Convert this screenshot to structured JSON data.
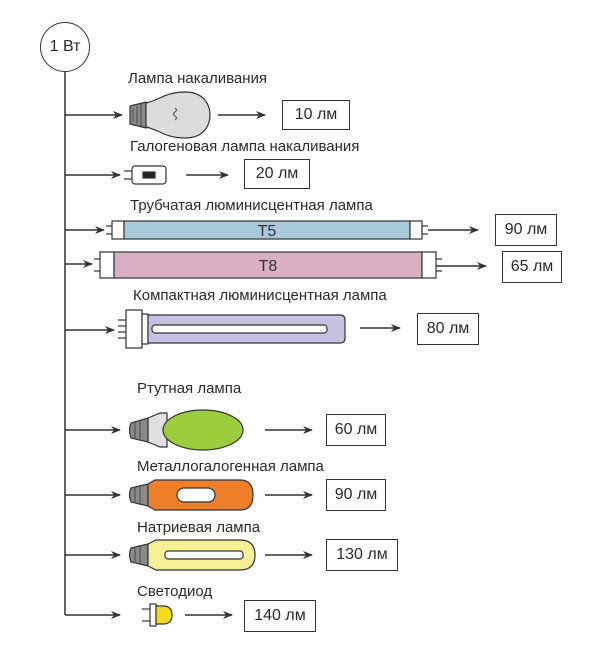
{
  "root": {
    "label": "1 Вт"
  },
  "lamps": [
    {
      "id": "incandescent",
      "name": "Лампа накаливания",
      "output": "10 лм",
      "lumens": 10,
      "icon": "incandescent-bulb-icon",
      "color": "#d8d8d8"
    },
    {
      "id": "halogen",
      "name": "Галогеновая лампа накаливания",
      "output": "20 лм",
      "lumens": 20,
      "icon": "halogen-capsule-icon",
      "color": "#222222"
    },
    {
      "id": "t5",
      "name": "Трубчатая люминисцентная лампа",
      "tube_label": "T5",
      "output": "90 лм",
      "lumens": 90,
      "icon": "fluorescent-tube-icon",
      "color": "#a8cad8"
    },
    {
      "id": "t8",
      "name": "",
      "tube_label": "T8",
      "output": "65 лм",
      "lumens": 65,
      "icon": "fluorescent-tube-icon",
      "color": "#d9afc4"
    },
    {
      "id": "cfl",
      "name": "Компактная люминисцентная лампа",
      "output": "80 лм",
      "lumens": 80,
      "icon": "compact-fluorescent-icon",
      "color": "#c6c0e2"
    },
    {
      "id": "mercury",
      "name": "Ртутная лампа",
      "output": "60 лм",
      "lumens": 60,
      "icon": "mercury-lamp-icon",
      "color": "#9ccd3c"
    },
    {
      "id": "metal-halide",
      "name": "Металлогалогенная лампа",
      "output": "90 лм",
      "lumens": 90,
      "icon": "metal-halide-lamp-icon",
      "color": "#ee7f2a"
    },
    {
      "id": "sodium",
      "name": "Натриевая лампа",
      "output": "130 лм",
      "lumens": 130,
      "icon": "sodium-lamp-icon",
      "color": "#f7ef98"
    },
    {
      "id": "led",
      "name": "Светодиод",
      "output": "140 лм",
      "lumens": 140,
      "icon": "led-icon",
      "color": "#f2dc1a"
    }
  ]
}
